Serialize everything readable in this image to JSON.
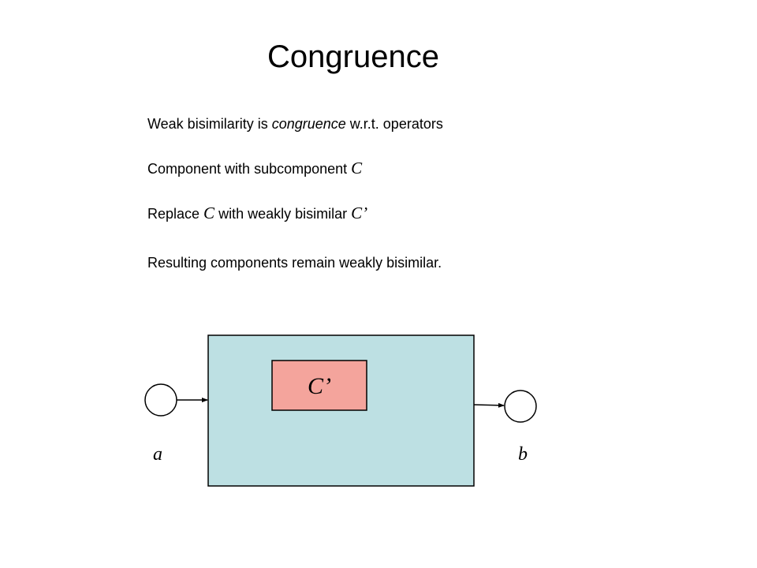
{
  "slide": {
    "title": "Congruence",
    "line1": {
      "before": "Weak bisimilarity is ",
      "emph": "congruence",
      "after": " w.r.t. operators"
    },
    "line2": {
      "text": "Component with subcomponent ",
      "symbol": "C"
    },
    "line3": {
      "before": "Replace ",
      "symbol1": "C",
      "middle": " with weakly bisimilar ",
      "symbol2": "C’"
    },
    "line4": "Resulting components remain weakly bisimilar."
  },
  "diagram": {
    "subcomponent_label": "C’",
    "input_port_label": "a",
    "output_port_label": "b",
    "colors": {
      "outer_component_fill": "#bde0e3",
      "subcomponent_fill": "#f4a49c",
      "stroke": "#000000",
      "port_fill": "#ffffff"
    }
  }
}
